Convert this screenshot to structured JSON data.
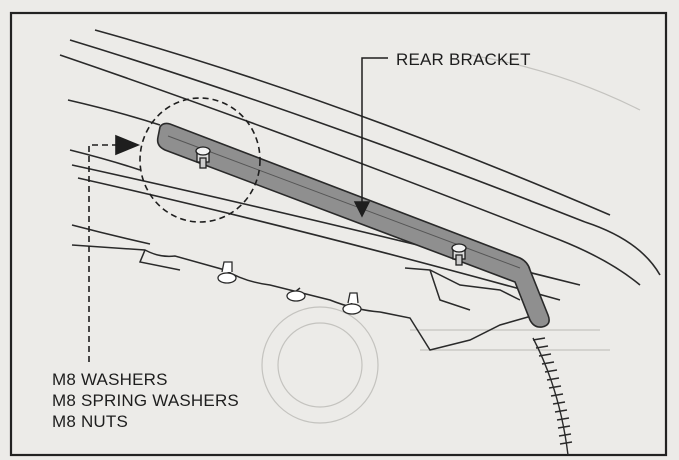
{
  "callouts": {
    "rear_bracket": "REAR BRACKET",
    "hardware": [
      "M8 WASHERS",
      "M8 SPRING WASHERS",
      "M8 NUTS"
    ]
  },
  "colors": {
    "background": "#ecebe8",
    "frame": "#222222",
    "line": "#2a2a2a",
    "bracket_fill": "#8f8f8f",
    "faint_print": "#b9b8b4"
  },
  "icons": [
    "bolt-nut-icon",
    "arrow-head-icon"
  ]
}
